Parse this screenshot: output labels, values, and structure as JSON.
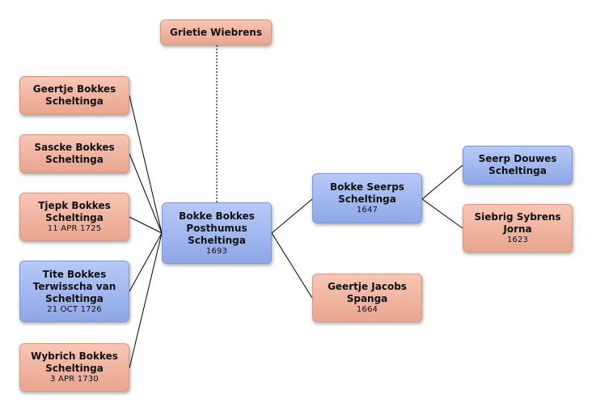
{
  "people": {
    "grietje_wiebrens": {
      "name": "Grietie Wiebrens",
      "date": ""
    },
    "geertje": {
      "name": "Geertje Bokkes\nScheltinga",
      "date": ""
    },
    "sascke": {
      "name": "Sascke Bokkes\nScheltinga",
      "date": ""
    },
    "tjepk": {
      "name": "Tjepk Bokkes\nScheltinga",
      "date": "11 APR 1725"
    },
    "tite": {
      "name": "Tite Bokkes\nTerwisscha van\nScheltinga",
      "date": "21 OCT 1726"
    },
    "wybrich": {
      "name": "Wybrich Bokkes\nScheltinga",
      "date": "3 APR 1730"
    },
    "bokke_posthumus": {
      "name": "Bokke Bokkes\nPosthumus\nScheltinga",
      "date": "1693"
    },
    "bokke_seerps": {
      "name": "Bokke Seerps\nScheltinga",
      "date": "1647"
    },
    "geertje_jacobs": {
      "name": "Geertje Jacobs\nSpanga",
      "date": "1664"
    },
    "seerp_douwes": {
      "name": "Seerp Douwes\nScheltinga",
      "date": ""
    },
    "siebrig_sybrens": {
      "name": "Siebrig Sybrens\nJorna",
      "date": "1623"
    }
  },
  "colors": {
    "female": "#eaa890",
    "male": "#93abe8",
    "line": "#000000"
  }
}
